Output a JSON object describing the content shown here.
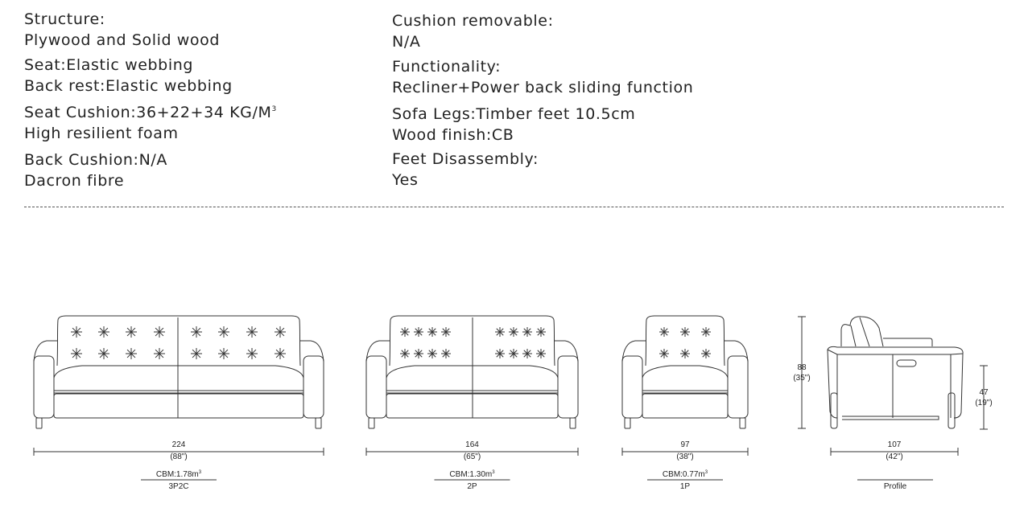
{
  "specs_left": [
    {
      "label": "Structure:",
      "value": "Plywood and Solid wood"
    },
    {
      "label": "Seat:Elastic webbing",
      "value": "Back rest:Elastic webbing"
    },
    {
      "label": "Seat Cushion:36+22+34 KG/M",
      "sup": "3",
      "value": "High resilient foam"
    },
    {
      "label": "Back Cushion:N/A",
      "value": "Dacron fibre"
    }
  ],
  "specs_right": [
    {
      "label": "Cushion removable:",
      "value": "N/A"
    },
    {
      "label": "Functionality:",
      "value": "Recliner+Power back sliding function"
    },
    {
      "label": "Sofa Legs:Timber feet 10.5cm",
      "value": "Wood finish:CB"
    },
    {
      "label": "Feet Disassembly:",
      "value": "Yes"
    }
  ],
  "models": [
    {
      "code": "3P2C",
      "width_cm": "224",
      "width_in": "(88\")",
      "cbm": "CBM:1.78m",
      "cbm_sup": "3"
    },
    {
      "code": "2P",
      "width_cm": "164",
      "width_in": "(65\")",
      "cbm": "CBM:1.30m",
      "cbm_sup": "3"
    },
    {
      "code": "1P",
      "width_cm": "97",
      "width_in": "(38\")",
      "cbm": "CBM:0.77m",
      "cbm_sup": "3"
    }
  ],
  "profile": {
    "label": "Profile",
    "depth_cm": "107",
    "depth_in": "(42\")",
    "height_cm": "88",
    "height_in": "(35\")",
    "seat_height_cm": "47",
    "seat_height_in": "(19\")"
  }
}
